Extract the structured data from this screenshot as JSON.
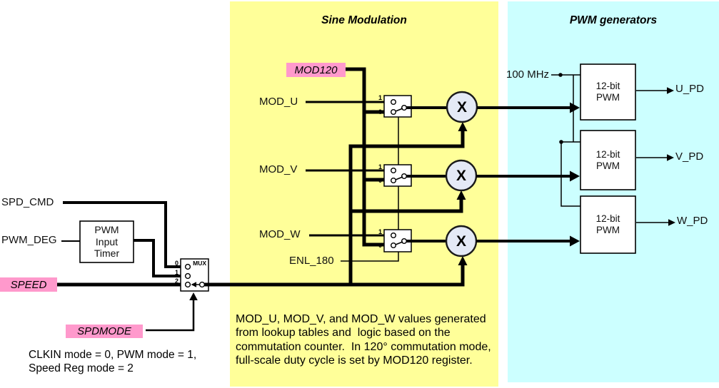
{
  "figure": {
    "colors": {
      "sine_bg": "#FFFF99",
      "pwm_bg": "#CCFFFF",
      "highlight_pink": "#FF99CC",
      "multiplier_fill": "#E4E9F6",
      "line": "#000000"
    }
  },
  "sections": {
    "sine_modulation": {
      "title": "Sine Modulation"
    },
    "pwm_generators": {
      "title": "PWM generators"
    }
  },
  "speed_path": {
    "spd_cmd_label": "SPD_CMD",
    "pwm_deg_label": "PWM_DEG",
    "speed_label": "SPEED",
    "spdmode_label": "SPDMODE",
    "pwm_input_timer_label": "PWM\nInput\nTimer",
    "mux": {
      "label": "MUX",
      "input0": "0",
      "input1": "1",
      "input2": "2"
    },
    "mode_note": "CLKIN mode = 0, PWM mode = 1,\nSpeed Reg mode = 2"
  },
  "sine_modulation": {
    "mod120_label": "MOD120",
    "mod_u_label": "MOD_U",
    "mod_v_label": "MOD_V",
    "mod_w_label": "MOD_W",
    "enl_180_label": "ENL_180",
    "switch_input_one": "1",
    "switch_input_zero": "0",
    "multiplier_symbol": "X",
    "note": "MOD_U, MOD_V, and MOD_W values generated\nfrom lookup tables and  logic based on the\ncommutation counter.  In 120° commutation mode,\nfull-scale duty cycle is set by MOD120 register."
  },
  "pwm_generators": {
    "clock_label": "100 MHz",
    "pwm_block_label": "12-bit\nPWM",
    "u_pd_label": "U_PD",
    "v_pd_label": "V_PD",
    "w_pd_label": "W_PD"
  }
}
